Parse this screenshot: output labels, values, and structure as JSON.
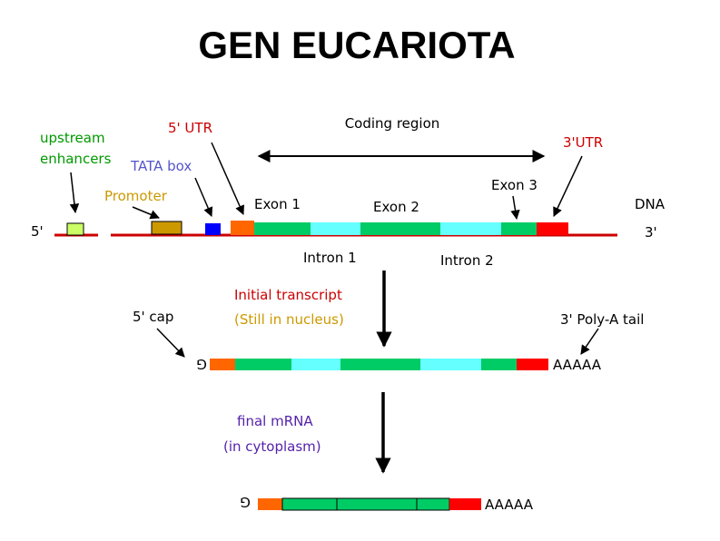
{
  "title": "GEN EUCARIOTA",
  "dna": {
    "coding_region": "Coding region",
    "utr5": "5' UTR",
    "utr3": "3'UTR",
    "upstream_line1": "upstream",
    "upstream_line2": "enhancers",
    "tata_box": "TATA box",
    "promoter": "Promoter",
    "exon1": "Exon 1",
    "exon2": "Exon 2",
    "exon3": "Exon 3",
    "intron1": "Intron 1",
    "intron2": "Intron 2",
    "dna_label": "DNA",
    "end5": "5'",
    "end3": "3'"
  },
  "transcript": {
    "label_line1": "Initial transcript",
    "label_line2": "(Still in nucleus)",
    "cap": "5' cap",
    "cap_symbol": "G",
    "polya": "3' Poly-A tail",
    "polya_seq": "AAAAA"
  },
  "mrna": {
    "label_line1": "final mRNA",
    "label_line2": "(in cytoplasm)",
    "cap_symbol": "G",
    "polya_seq": "AAAAA"
  },
  "colors": {
    "utr5": "#ff6600",
    "exon": "#00cc66",
    "intron": "#66ffff",
    "utr3": "#ff0000",
    "enhancer": "#ccff66",
    "promoter": "#cc9900",
    "tata": "#0000ff",
    "label_green": "#009900",
    "label_red": "#cc0000",
    "label_blue": "#5555cc",
    "label_gold": "#cc9900",
    "label_purple": "#5522aa"
  }
}
